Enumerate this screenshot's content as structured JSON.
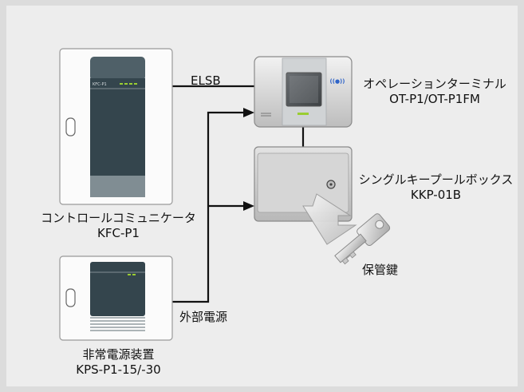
{
  "diagram": {
    "devices": {
      "kfc": {
        "name": "コントロールコミュニケータ",
        "model": "KFC-P1",
        "panel_label": "KFC-P1"
      },
      "kps": {
        "name": "非常電源装置",
        "model": "KPS-P1-15/-30"
      },
      "ot": {
        "name": "オペレーションターミナル",
        "model": "OT-P1/OT-P1FM",
        "wireless_mark": "((●))"
      },
      "kkp": {
        "name": "シングルキープールボックス",
        "model": "KKP-01B"
      }
    },
    "connection_labels": {
      "elsb": "ELSB",
      "external_power": "外部電源",
      "key": "保管鍵"
    },
    "colors": {
      "panel_dark": "#34454d",
      "indicator_green": "#9acd32",
      "line": "#111111"
    }
  }
}
